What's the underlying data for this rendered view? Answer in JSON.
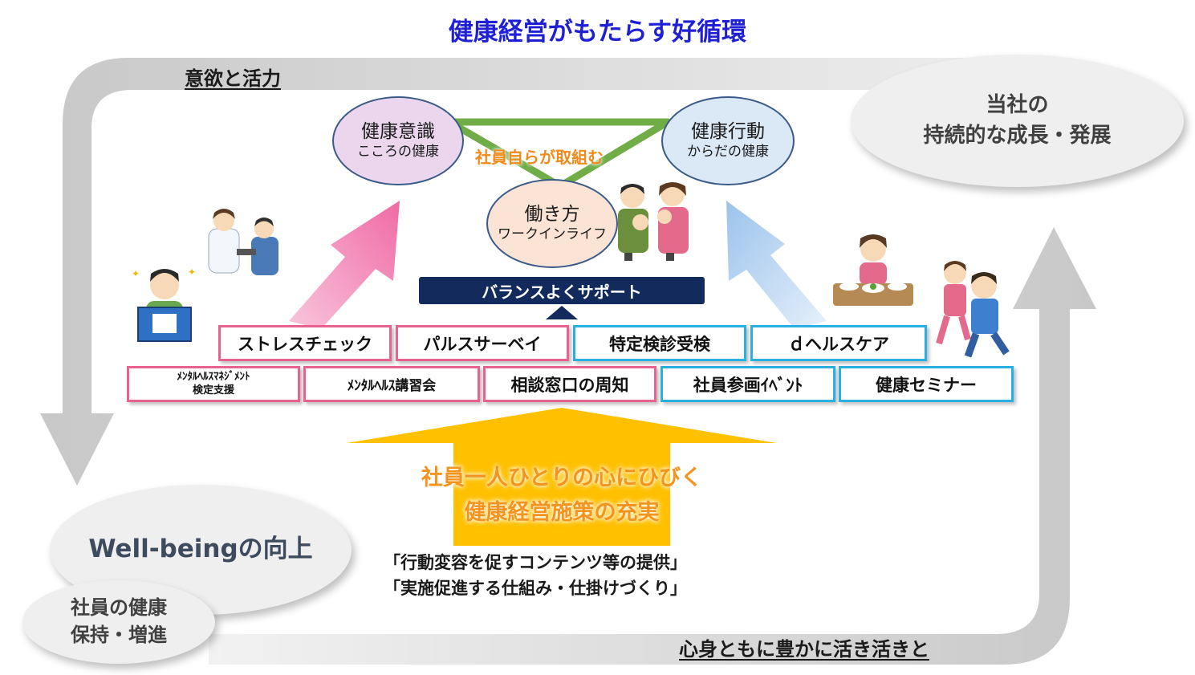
{
  "title": "健康経営がもたらす好循環",
  "cycle_labels": {
    "top_left": "意欲と活力",
    "bottom_right": "心身ともに豊かに活き活きと"
  },
  "ellipses": {
    "company_line1": "当社の",
    "company_line2": "持続的な成長・発展",
    "wellbeing": "Well-beingの向上",
    "employee_line1": "社員の健康",
    "employee_line2": "保持・増進"
  },
  "circles": {
    "mind": {
      "main": "健康意識",
      "sub": "こころの健康",
      "color": "#ebd6ee"
    },
    "body": {
      "main": "健康行動",
      "sub": "からだの健康",
      "color": "#dbe8f6"
    },
    "work": {
      "main": "働き方",
      "sub": "ワークインライフ",
      "color": "#fbe4d5"
    }
  },
  "triangle_label": "社員自らが取組む",
  "banner": "バランスよくサポート",
  "programs_row1": [
    {
      "label": "ストレスチェック",
      "color": "pink"
    },
    {
      "label": "パルスサーベイ",
      "color": "pink"
    },
    {
      "label": "特定検診受検",
      "color": "blue"
    },
    {
      "label": "ｄヘルスケア",
      "color": "blue"
    }
  ],
  "programs_row2": [
    {
      "label_line1": "ﾒﾝﾀﾙﾍﾙｽﾏﾈｼﾞﾒﾝﾄ",
      "label_line2": "検定支援",
      "color": "pink"
    },
    {
      "label": "ﾒﾝﾀﾙﾍﾙｽ講習会",
      "color": "pink"
    },
    {
      "label": "相談窓口の周知",
      "color": "pink"
    },
    {
      "label": "社員参画ｲﾍﾞﾝﾄ",
      "color": "blue"
    },
    {
      "label": "健康セミナー",
      "color": "blue"
    }
  ],
  "main_message_line1": "社員一人ひとりの心にひびく",
  "main_message_line2": "健康経営施策の充実",
  "detail_line1": "「行動変容を促すコンテンツ等の提供」",
  "detail_line2": "「実施促進する仕組み・仕掛けづくり」",
  "colors": {
    "title": "#1f1fd6",
    "pink": "#e8628f",
    "blue": "#2ab0e0",
    "navy": "#132a5c",
    "orange": "#f3941e",
    "yellow_arrow": "#ffc000",
    "green_triangle": "#70ad47",
    "gray_cycle": "#cccccc"
  },
  "icons": [
    "nurse-checkup-illustration",
    "man-reading-results-illustration",
    "family-illustration",
    "woman-eating-illustration",
    "children-running-illustration"
  ]
}
